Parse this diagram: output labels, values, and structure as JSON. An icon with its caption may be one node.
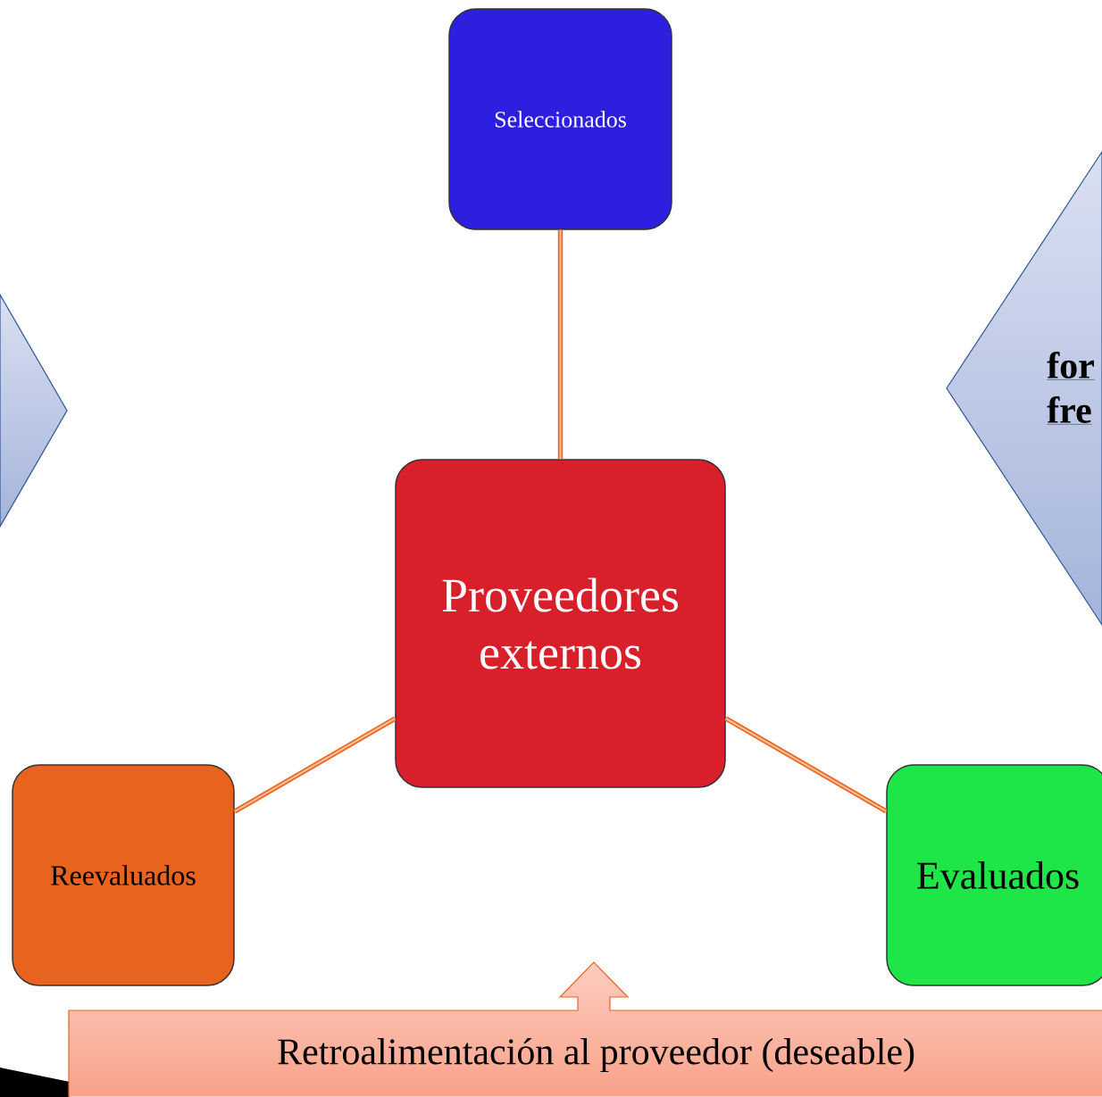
{
  "diagram": {
    "nodes": [
      {
        "text": [
          "Seleccionados"
        ]
      },
      {
        "text": [],
        "shape": "triangle"
      },
      {
        "text": [
          "for",
          "fre"
        ]
      },
      {
        "text": [
          "Proveedores externos"
        ]
      },
      {
        "text": [
          "Reevaluados"
        ]
      },
      {
        "text": [
          "Evaluados"
        ]
      },
      {
        "text": [
          "Retroalimentación al proveedor (deseable)"
        ]
      }
    ],
    "edges": [
      {
        "from": 3,
        "to": 0,
        "arrow": "none"
      },
      {
        "from": 3,
        "to": 4,
        "arrow": "none"
      },
      {
        "from": 3,
        "to": 5,
        "arrow": "none"
      }
    ]
  }
}
